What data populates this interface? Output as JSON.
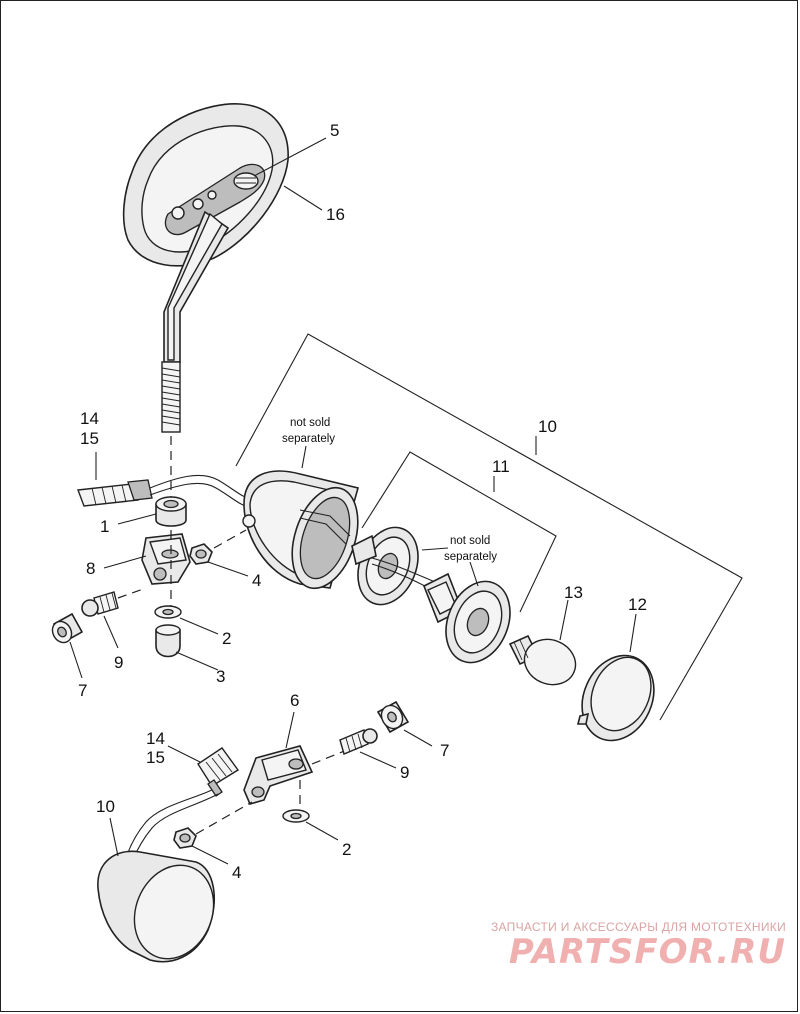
{
  "callouts": {
    "c1": "1",
    "c2a": "2",
    "c2b": "2",
    "c3": "3",
    "c4a": "4",
    "c4b": "4",
    "c5": "5",
    "c6": "6",
    "c7a": "7",
    "c7b": "7",
    "c8": "8",
    "c9a": "9",
    "c9b": "9",
    "c10a": "10",
    "c10b": "10",
    "c11": "11",
    "c12": "12",
    "c13": "13",
    "c14a": "14",
    "c14b": "14",
    "c15a": "15",
    "c15b": "15",
    "c16": "16"
  },
  "notes": {
    "note1_line1": "not sold",
    "note1_line2": "separately",
    "note2_line1": "not sold",
    "note2_line2": "separately"
  },
  "watermark": {
    "tagline": "ЗАПЧАСТИ И АКСЕССУАРЫ ДЛЯ МОТОТЕХНИКИ",
    "logo": "PARTSFOR.RU"
  }
}
